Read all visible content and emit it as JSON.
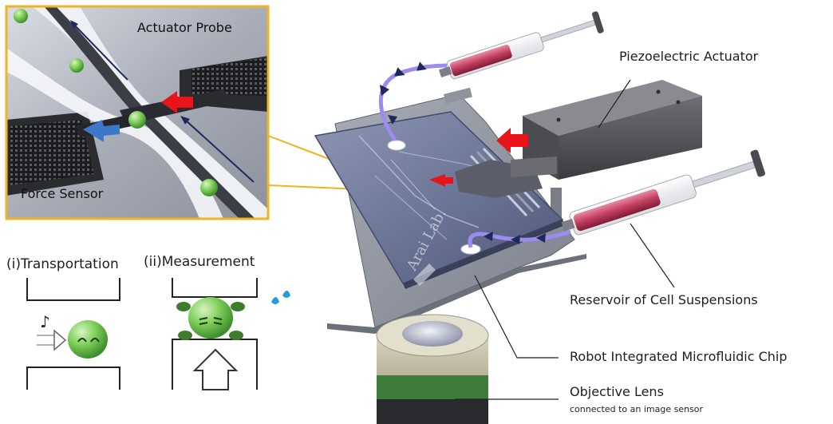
{
  "labels": {
    "piezo": "Piezoelectric Actuator",
    "reservoir": "Reservoir of Cell Suspensions",
    "chip": "Robot Integrated Microfluidic Chip",
    "lens": "Objective Lens",
    "lens_sub": "connected to an image sensor"
  },
  "inset": {
    "actuator": "Actuator  Probe",
    "force": "Force Sensor"
  },
  "modes": {
    "transport": "(i)Transportation",
    "measure": "(ii)Measurement"
  },
  "chip_text": "Arai Lab.",
  "colors": {
    "inset_border": "#f0b323",
    "cell_green": "#7fcf5a",
    "probe_red": "#e8141a",
    "sensor_blue": "#3a78c8",
    "syringe_fluid": "#c23e5e",
    "tube": "#9c8cf0"
  }
}
